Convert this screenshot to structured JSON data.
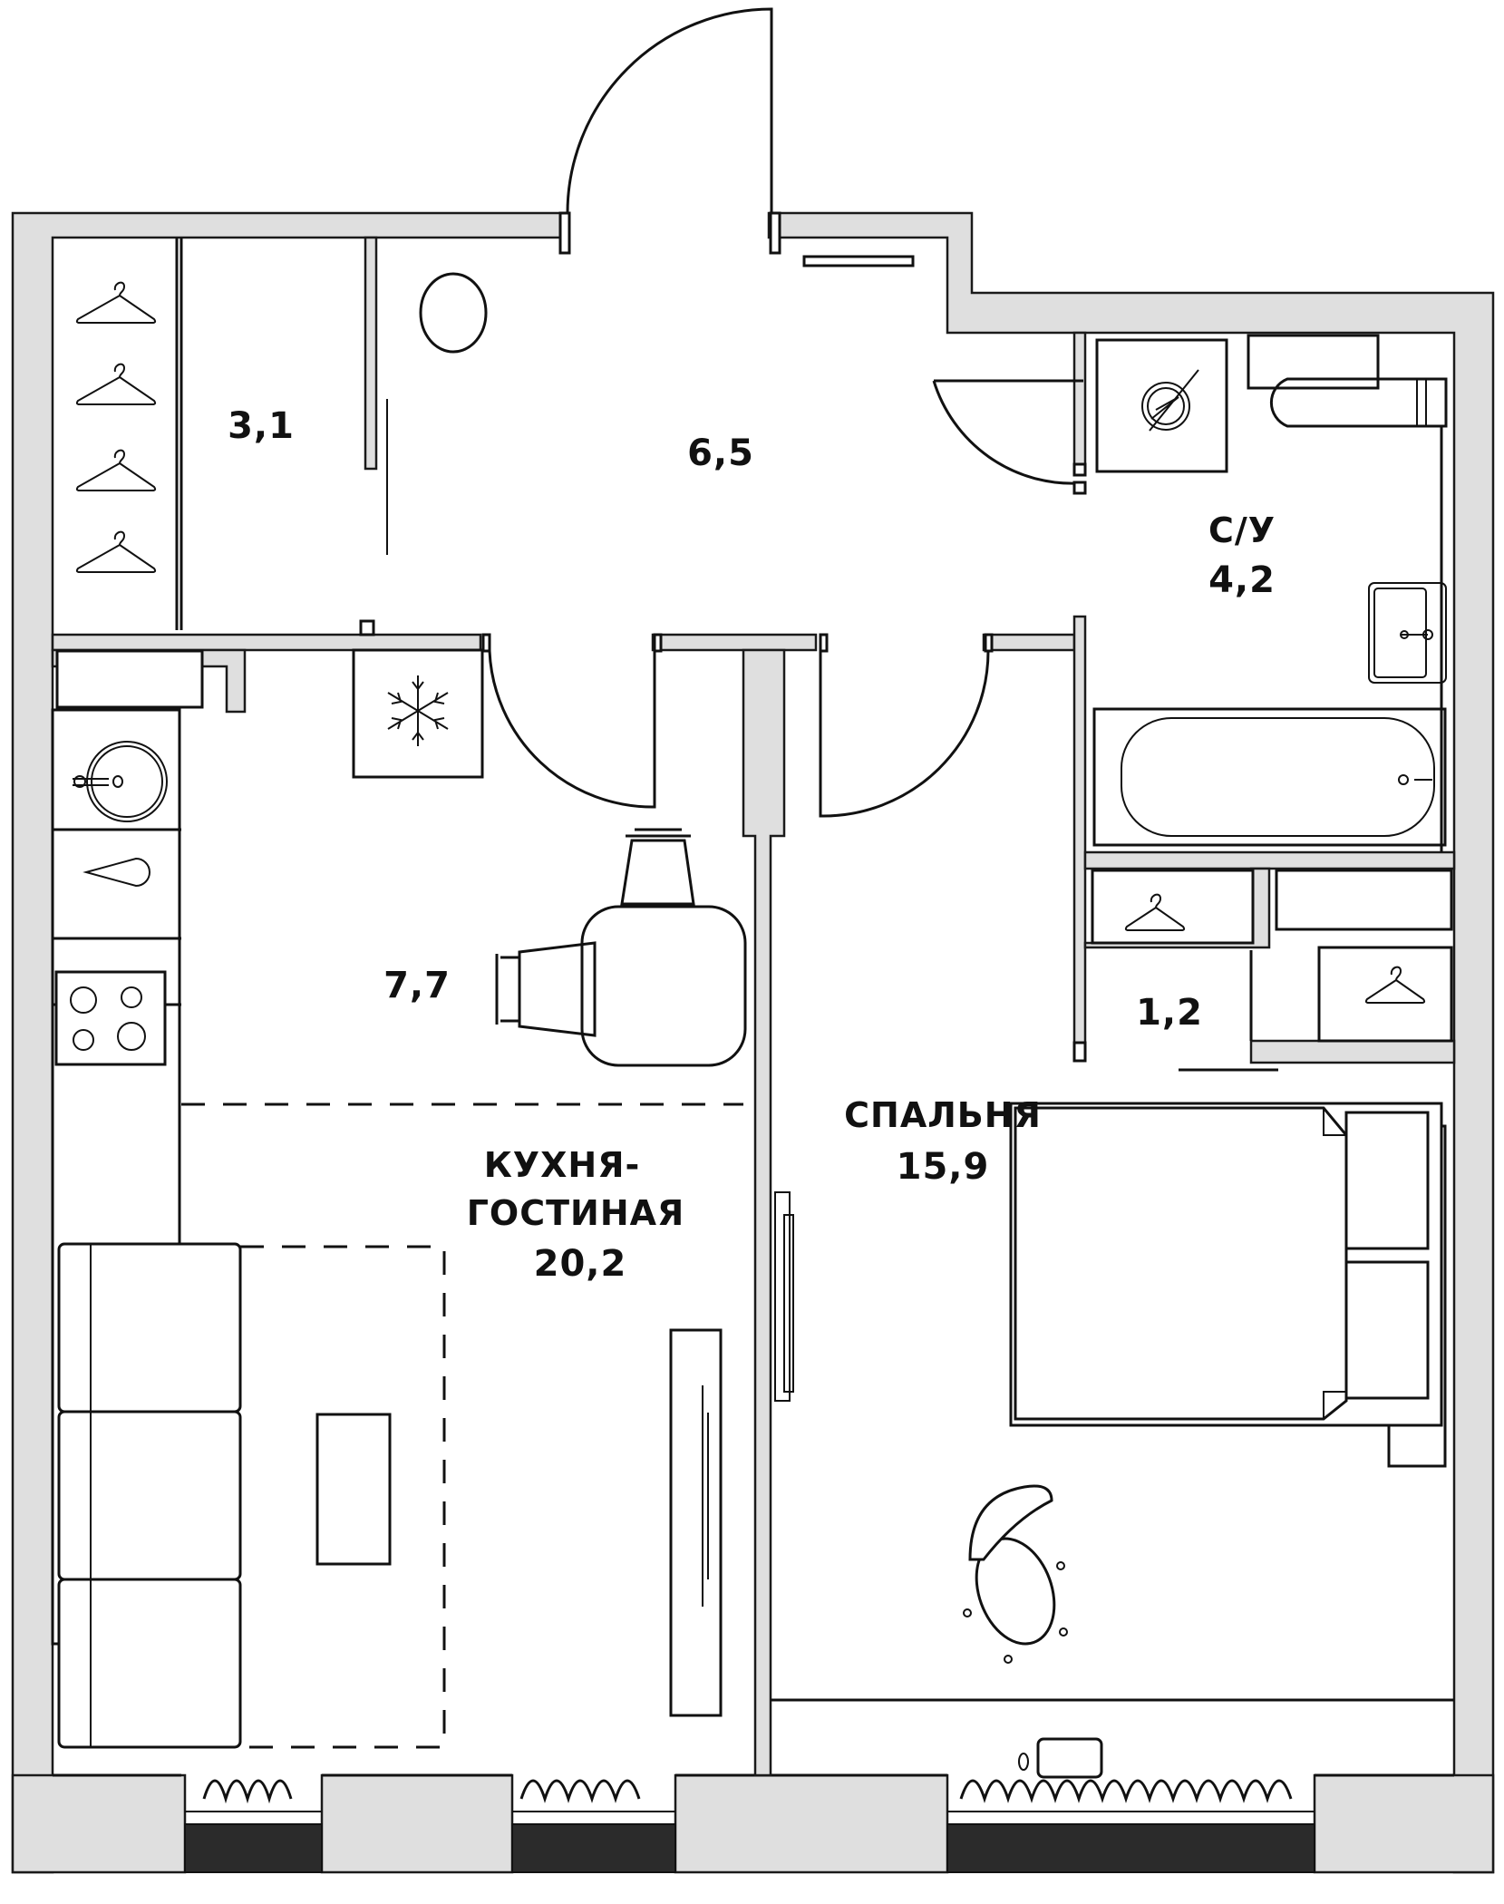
{
  "plan": {
    "title": "Floor plan",
    "colors": {
      "wall_fill": "#dfdfdf",
      "stroke": "#111111",
      "window_fill": "#2b2b2b",
      "background": "#ffffff"
    },
    "rooms": {
      "wardrobe_3_1": {
        "name": "",
        "area": "3,1"
      },
      "hall": {
        "name": "",
        "area": "6,5"
      },
      "bathroom": {
        "name": "С/У",
        "area": "4,2"
      },
      "kitchen_zone": {
        "name": "",
        "area": "7,7"
      },
      "living_kitchen": {
        "name_line1": "КУХНЯ-",
        "name_line2": "ГОСТИНАЯ",
        "area": "20,2"
      },
      "bedroom": {
        "name": "СПАЛЬНЯ",
        "area": "15,9"
      },
      "closet_1_2": {
        "name": "",
        "area": "1,2"
      }
    },
    "icons": [
      "hanger-icon",
      "mirror-icon",
      "electrical-panel-icon",
      "snowflake-icon",
      "sink-icon",
      "stove-icon",
      "toilet-icon",
      "bathtub-icon",
      "radiator-icon"
    ]
  }
}
